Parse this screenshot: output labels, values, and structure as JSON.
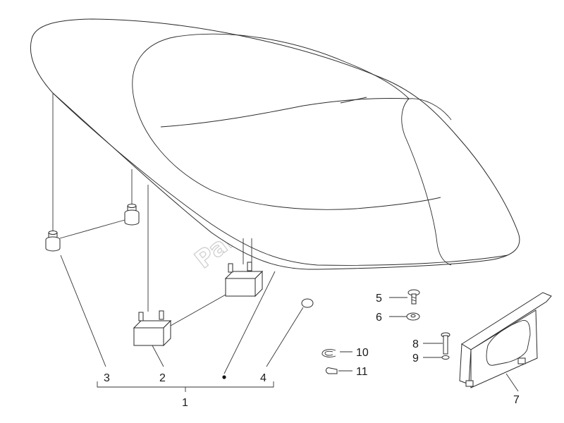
{
  "watermark": {
    "text": "PartsRepublik",
    "icon": "gear-icon"
  },
  "callouts": {
    "c1": "1",
    "c2": "2",
    "c3": "3",
    "c4": "4",
    "c5": "5",
    "c6": "6",
    "c7": "7",
    "c8": "8",
    "c9": "9",
    "c10": "10",
    "c11": "11"
  }
}
